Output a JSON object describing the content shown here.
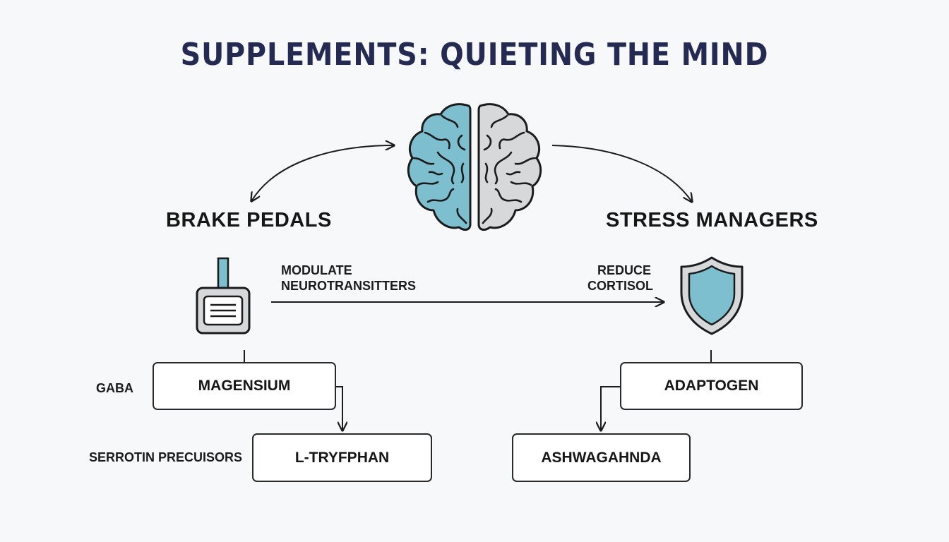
{
  "title": "SUPPLEMENTS: QUIETING THE MIND",
  "left": {
    "heading": "BRAKE PEDALS",
    "icon": "brake-pedal-icon",
    "edge_label_line1": "MODULATE",
    "edge_label_line2": "NEUROTRANSITTERS",
    "box1": "MAGENSIUM",
    "box1_side_label": "GABA",
    "box2": "L-TRYFPHAN",
    "box2_side_label": "SERROTIN PRECUISORS"
  },
  "right": {
    "heading": "STRESS MANAGERS",
    "icon": "shield-icon",
    "edge_label_line1": "REDUCE",
    "edge_label_line2": "CORTISOL",
    "box1": "ADAPTOGEN",
    "box2": "ASHWAGAHNDA"
  },
  "center_icon": "brain-icon",
  "colors": {
    "title": "#252a52",
    "brain_left": "#7dbfcf",
    "brain_right": "#d6d8da",
    "shield": "#7dbfcf",
    "pedal": "#7dbfcf"
  }
}
